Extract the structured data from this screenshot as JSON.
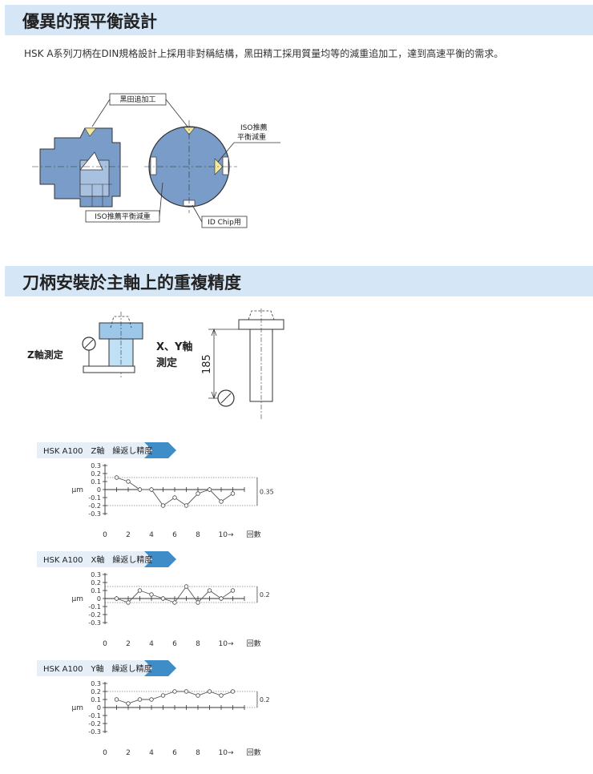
{
  "section1": {
    "title": "優異的預平衡設計",
    "description": "HSK A系列刀柄在DIN規格設計上採用非對稱結構，黑田精工採用質量均等的減重追加工，達到高速平衡的需求。",
    "labels": {
      "extra": "黑田追加工",
      "iso_top_1": "ISO推薦",
      "iso_top_2": "平衡減重",
      "iso_bottom": "ISO推薦平衡減重",
      "id_chip": "ID Chip用"
    }
  },
  "section2": {
    "title": "刀柄安裝於主軸上的重複精度",
    "z_label": "Z軸測定",
    "xy_label_1": "X、Y軸",
    "xy_label_2": "測定",
    "dim_185": "185"
  },
  "charts": [
    {
      "tag": "HSK A100　Z軸　繰返し精度",
      "unit": "μm",
      "xunit": "回數",
      "range_label": "0.35",
      "band": [
        -0.2,
        0.15
      ],
      "yticks": [
        "0.3",
        "0.2",
        "0.1",
        "0",
        "-0.1",
        "-0.2",
        "-0.3"
      ],
      "xticks": [
        "0",
        "2",
        "4",
        "6",
        "8",
        "10→"
      ]
    },
    {
      "tag": "HSK A100　X軸　繰返し精度",
      "unit": "μm",
      "xunit": "回數",
      "range_label": "0.2",
      "band": [
        -0.05,
        0.15
      ],
      "yticks": [
        "0.3",
        "0.2",
        "0.1",
        "0",
        "-0.1",
        "-0.2",
        "-0.3"
      ],
      "xticks": [
        "0",
        "2",
        "4",
        "6",
        "8",
        "10→"
      ]
    },
    {
      "tag": "HSK A100　Y軸　繰返し精度",
      "unit": "μm",
      "xunit": "回數",
      "range_label": "0.2",
      "band": [
        0,
        0.2
      ],
      "yticks": [
        "0.3",
        "0.2",
        "0.1",
        "0",
        "-0.1",
        "-0.2",
        "-0.3"
      ],
      "xticks": [
        "0",
        "2",
        "4",
        "6",
        "8",
        "10→"
      ]
    }
  ],
  "chart_data": [
    {
      "type": "line",
      "title": "HSK A100　Z軸　繰返し精度",
      "ylabel": "μm",
      "xlabel": "回數",
      "x": [
        1,
        2,
        3,
        4,
        5,
        6,
        7,
        8,
        9,
        10,
        11
      ],
      "values": [
        0.15,
        0.1,
        0,
        0,
        -0.2,
        -0.1,
        -0.2,
        -0.05,
        0,
        -0.15,
        -0.05
      ],
      "ylim": [
        -0.3,
        0.3
      ],
      "xlim": [
        0,
        12
      ],
      "annotation": "0.35"
    },
    {
      "type": "line",
      "title": "HSK A100　X軸　繰返し精度",
      "ylabel": "μm",
      "xlabel": "回數",
      "x": [
        1,
        2,
        3,
        4,
        5,
        6,
        7,
        8,
        9,
        10,
        11
      ],
      "values": [
        0,
        -0.05,
        0.1,
        0.05,
        0,
        -0.05,
        0.15,
        -0.05,
        0.1,
        0,
        0.1
      ],
      "ylim": [
        -0.3,
        0.3
      ],
      "xlim": [
        0,
        12
      ],
      "annotation": "0.2"
    },
    {
      "type": "line",
      "title": "HSK A100　Y軸　繰返し精度",
      "ylabel": "μm",
      "xlabel": "回數",
      "x": [
        1,
        2,
        3,
        4,
        5,
        6,
        7,
        8,
        9,
        10,
        11
      ],
      "values": [
        0.1,
        0.05,
        0.1,
        0.1,
        0.15,
        0.2,
        0.2,
        0.15,
        0.2,
        0.15,
        0.2
      ],
      "ylim": [
        -0.3,
        0.3
      ],
      "xlim": [
        0,
        12
      ],
      "annotation": "0.2"
    }
  ]
}
